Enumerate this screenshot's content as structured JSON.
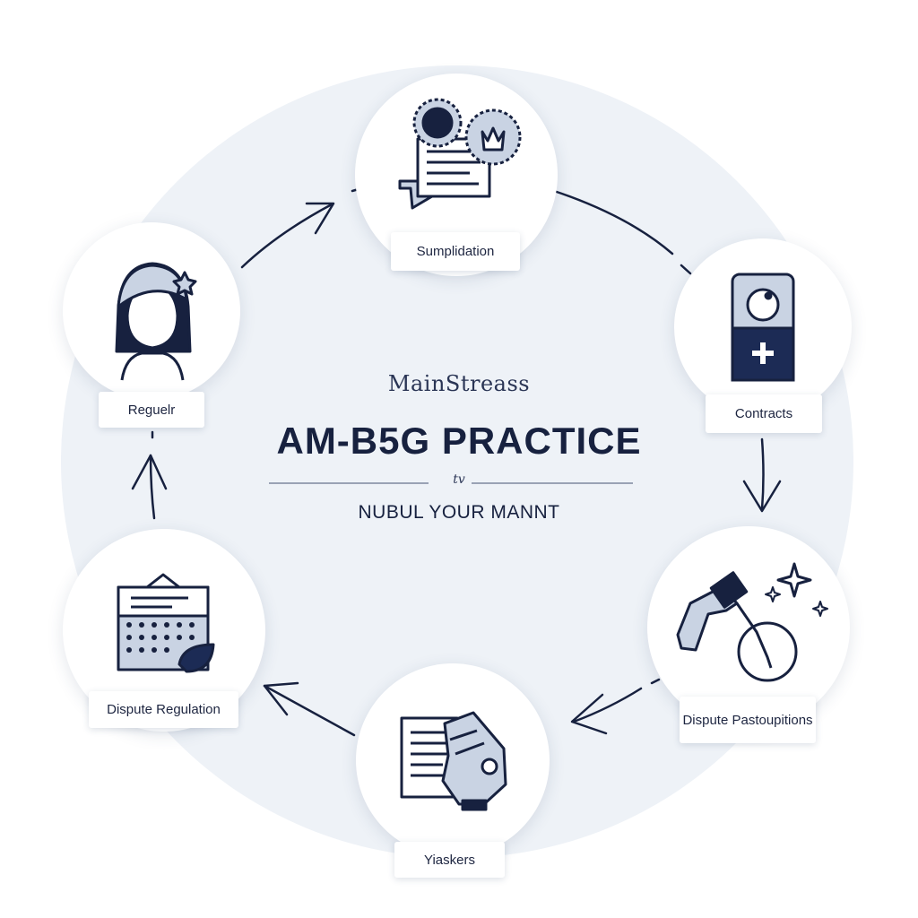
{
  "center": {
    "subtitle": "MainStreass",
    "title": "AM-B5G PRACTICE",
    "small": "tv",
    "tagline": "NUBUL YOUR MANNT"
  },
  "nodes": [
    {
      "label": "Sumplidation",
      "icon": "documents-badges-icon"
    },
    {
      "label": "Contracts",
      "icon": "id-tag-icon"
    },
    {
      "label": "Dispute Pastoupitions",
      "icon": "tool-sparkles-icon"
    },
    {
      "label": "Yiaskers",
      "icon": "document-robot-icon"
    },
    {
      "label": "Dispute Regulation",
      "icon": "calendar-leaf-icon"
    },
    {
      "label": "Reguelr",
      "icon": "person-avatar-icon"
    }
  ],
  "colors": {
    "navy": "#17213f",
    "ring": "#eef2f7",
    "icon_fill": "#c9d3e3",
    "accent": "#1c2b55"
  }
}
